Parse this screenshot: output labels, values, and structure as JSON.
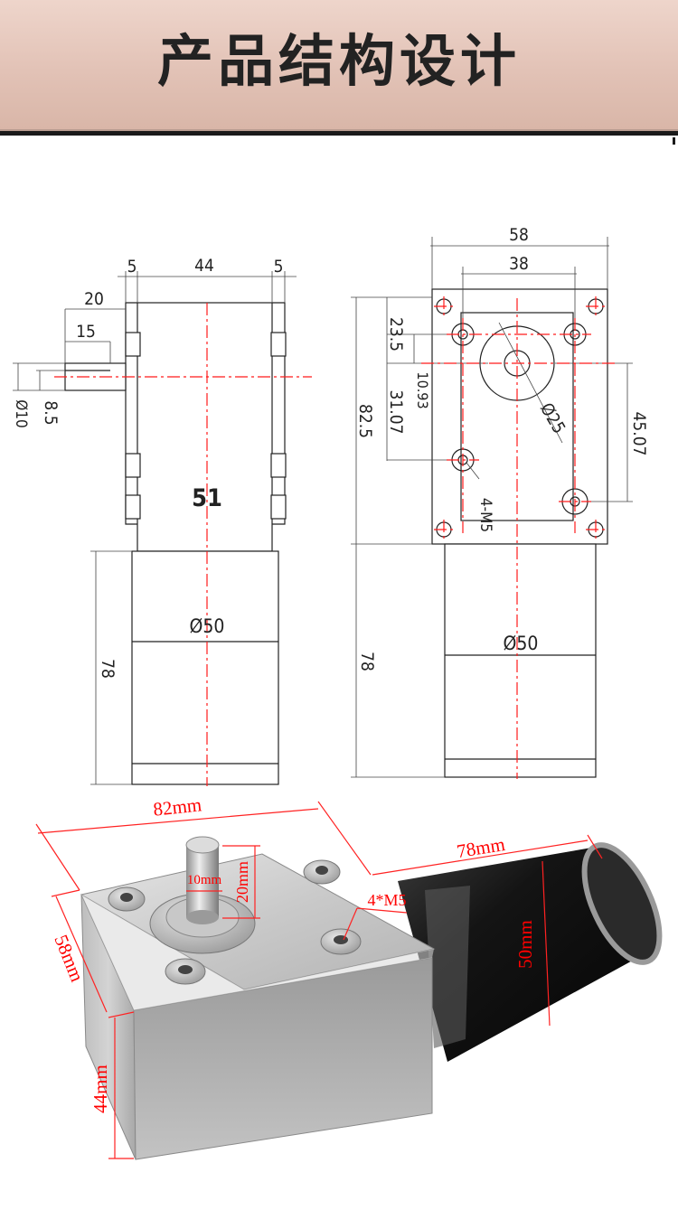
{
  "header": {
    "title": "产品结构设计"
  },
  "side_view": {
    "dims": {
      "left_gap": "5",
      "width_top": "44",
      "right_gap": "5",
      "shaft_total": "20",
      "shaft_key": "15",
      "shaft_flat": "8.5",
      "shaft_dia": "Ø10",
      "body_width": "51",
      "motor_dia": "Ø50",
      "motor_len": "78"
    }
  },
  "front_view": {
    "dims": {
      "outer_width": "58",
      "hole_spacing": "38",
      "top_offset": "23.5",
      "shaft_offset": "10.93",
      "hole_offset": "31.07",
      "height": "82.5",
      "bore_dia": "Ø25",
      "right_hole_offset": "45.07",
      "thread": "4-M5",
      "motor_dia": "Ø50",
      "motor_len": "78"
    }
  },
  "photo": {
    "labels": {
      "length": "82mm",
      "depth": "58mm",
      "height": "44mm",
      "shaft_dia": "10mm",
      "shaft_len": "20mm",
      "thread": "4*M5",
      "motor_len": "78mm",
      "motor_dia": "50mm"
    }
  },
  "colors": {
    "dim_line": "#ff1a1a",
    "outline": "#222222",
    "photo_label": "#ff0000",
    "motor": "#161616"
  }
}
